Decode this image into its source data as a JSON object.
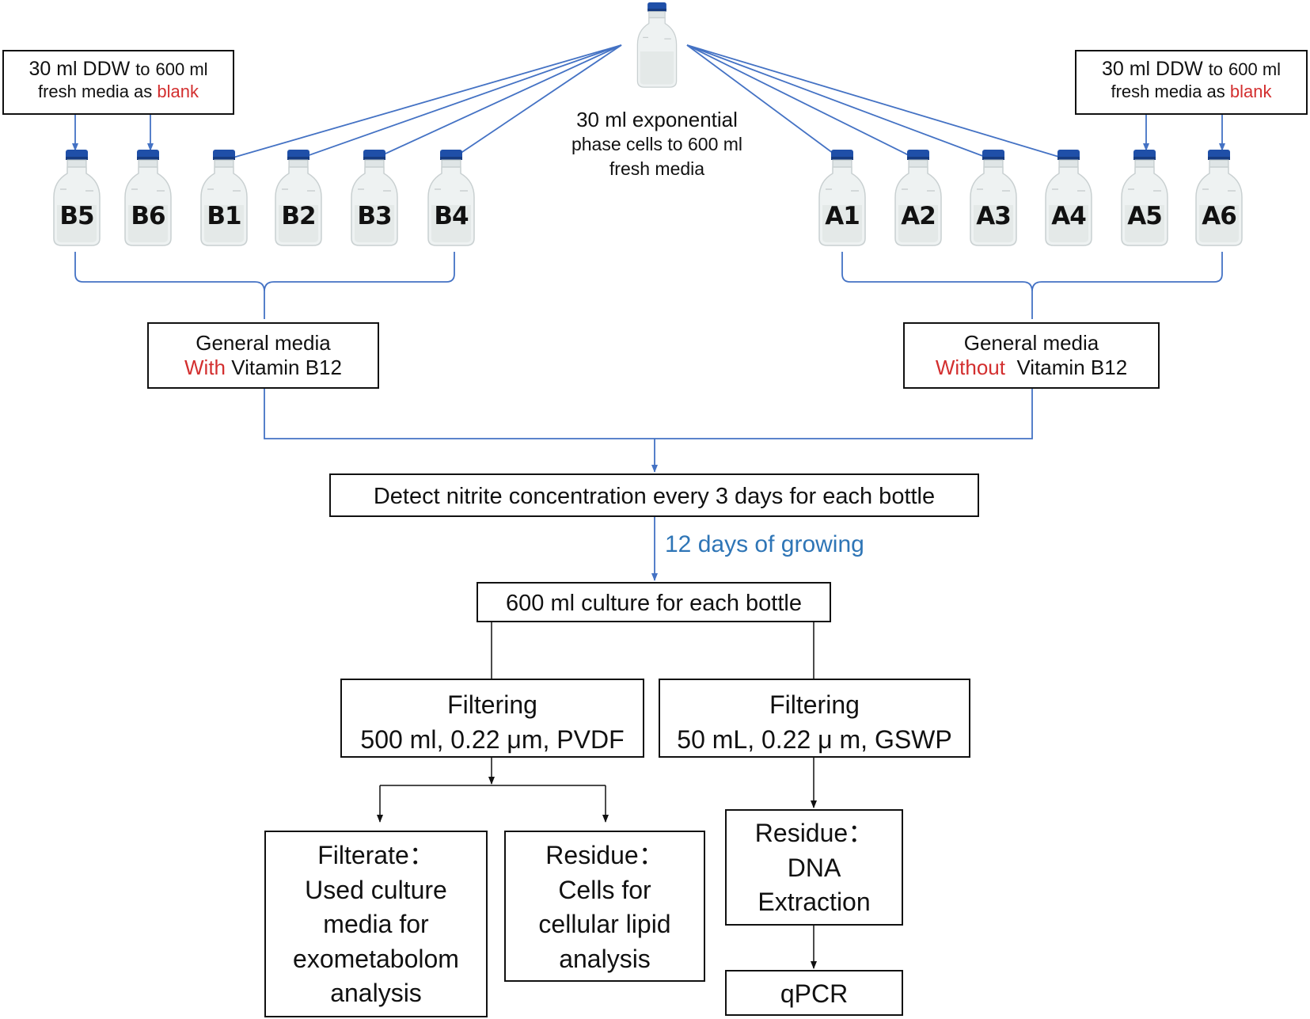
{
  "colors": {
    "arrow_blue": "#4472c4",
    "highlight_red": "#d32f2f",
    "growing_blue": "#2e75b6",
    "black": "#111111"
  },
  "top": {
    "source_label": {
      "l1": "30 ml exponential",
      "l2": "phase cells to 600 ml",
      "l3": "fresh media"
    },
    "blank_left": {
      "part1": "30 ml DDW",
      "part2": "to",
      "part3": "600 ml",
      "part4": "fresh media as",
      "red": "blank"
    },
    "blank_right": {
      "part1": "30 ml DDW",
      "part2": "to",
      "part3": "600 ml",
      "part4": "fresh media as",
      "red": "blank"
    }
  },
  "bottles": {
    "b5": "B5",
    "b6": "B6",
    "b1": "B1",
    "b2": "B2",
    "b3": "B3",
    "b4": "B4",
    "a1": "A1",
    "a2": "A2",
    "a3": "A3",
    "a4": "A4",
    "a5": "A5",
    "a6": "A6"
  },
  "media": {
    "with": {
      "l1": "General media",
      "red": "With",
      "rest": "Vitamin B12"
    },
    "without": {
      "l1": "General media",
      "red": "Without",
      "rest": "Vitamin B12"
    }
  },
  "detect": "Detect nitrite concentration every 3 days for each bottle",
  "growing": "12 days of growing",
  "culture": "600 ml culture for each bottle",
  "filter_pvdf": {
    "l1": "Filtering",
    "l2": "500 ml, 0.22 μm, PVDF"
  },
  "filter_gswp": {
    "l1": "Filtering",
    "l2": "50 mL, 0.22 μ m, GSWP"
  },
  "filtrate": {
    "l1": "Filterate：",
    "l2": "Used culture",
    "l3": "media for",
    "l4": "exometabolom",
    "l5": "analysis"
  },
  "residue_lipid": {
    "l1": "Residue：",
    "l2": "Cells for",
    "l3": "cellular lipid",
    "l4": "analysis"
  },
  "residue_dna": {
    "l1": "Residue：",
    "l2": "DNA",
    "l3": "Extraction"
  },
  "qpcr": "qPCR"
}
